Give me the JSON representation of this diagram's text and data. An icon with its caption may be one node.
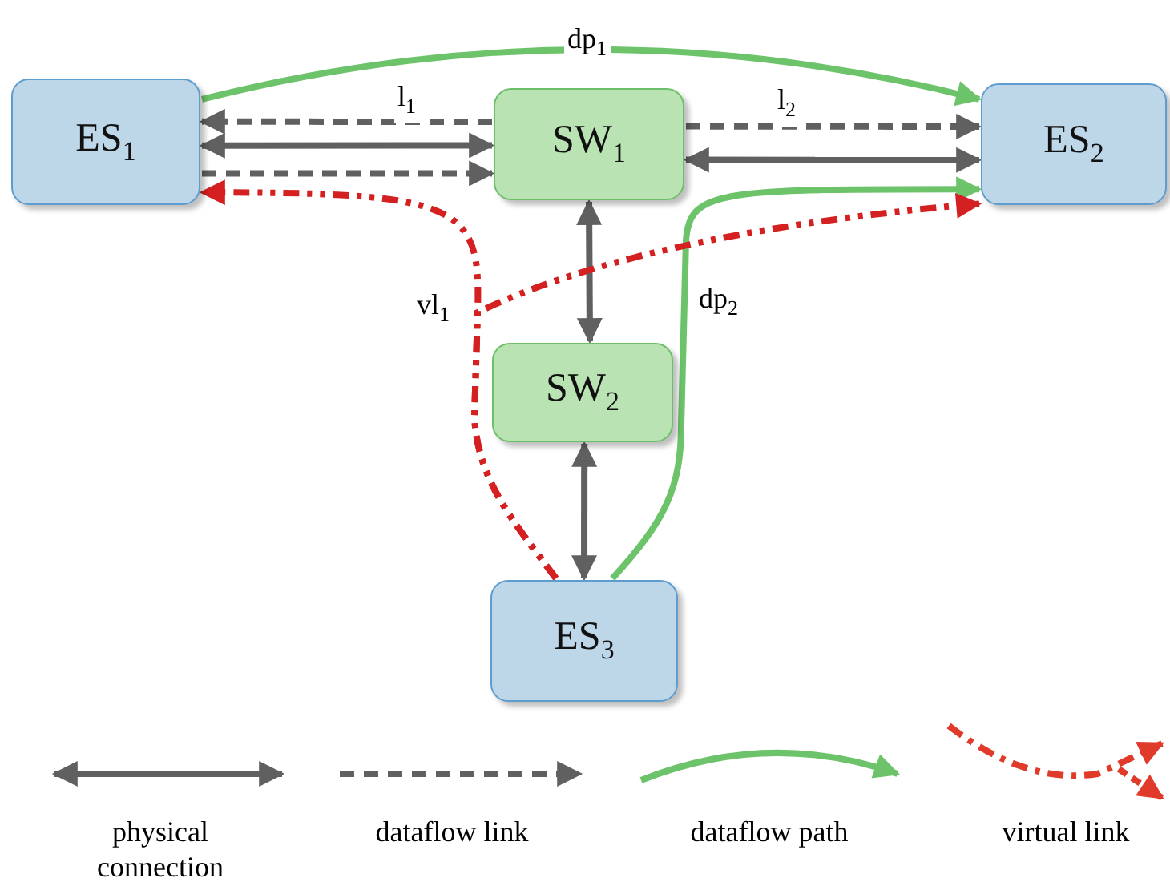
{
  "diagram": {
    "nodes": [
      {
        "text": [
          "ES$_{1}$"
        ]
      },
      {
        "text": [
          "SW$_{1}$"
        ]
      },
      {
        "text": [
          "ES$_{2}$"
        ]
      },
      {
        "text": [
          "SW$_{2}$"
        ]
      },
      {
        "text": [
          "ES$_{3}$"
        ]
      }
    ],
    "edges": [
      {
        "from": 0,
        "to": 2,
        "arrow": "to",
        "label": "dp$_{1}$",
        "color": "#6cc36a"
      },
      {
        "from": 1,
        "to": 0,
        "arrow": "to",
        "label": "l$_{1}$",
        "style": "dashed"
      },
      {
        "from": 0,
        "to": 1,
        "arrow": "both"
      },
      {
        "from": 0,
        "to": 1,
        "arrow": "to",
        "style": "dashed"
      },
      {
        "from": 1,
        "to": 2,
        "arrow": "to",
        "label": "l$_{2}$",
        "style": "dashed"
      },
      {
        "from": 1,
        "to": 2,
        "arrow": "both"
      },
      {
        "from": 1,
        "to": 3,
        "arrow": "both"
      },
      {
        "from": 3,
        "to": 4,
        "arrow": "both"
      },
      {
        "from": 4,
        "to": 2,
        "arrow": "to",
        "label": "dp$_{2}$",
        "color": "#6cc36a"
      },
      {
        "from": 4,
        "to": 0,
        "arrow": "to",
        "label": "vl$_{1}$",
        "style": "dashed",
        "color": "#d42020"
      },
      {
        "from": 4,
        "to": 2,
        "arrow": "to",
        "style": "dashed",
        "color": "#d42020"
      }
    ],
    "legend": [
      {
        "text": "physical connection"
      },
      {
        "text": "dataflow link"
      },
      {
        "text": "dataflow path"
      },
      {
        "text": "virtual link"
      }
    ]
  }
}
